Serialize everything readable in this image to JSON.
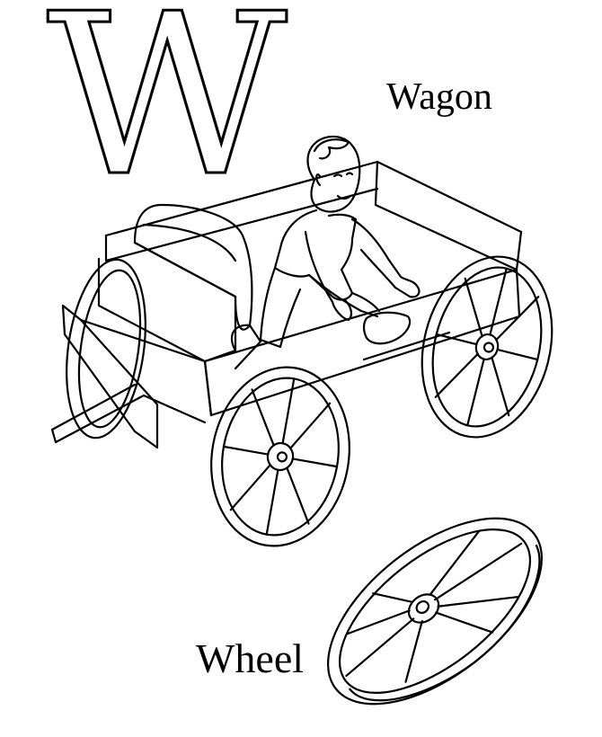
{
  "page": {
    "letter": "W",
    "labels": {
      "wagon": "Wagon",
      "wheel": "Wheel"
    }
  },
  "colors": {
    "ink": "#000000",
    "paper": "#ffffff"
  },
  "illustrations": [
    "wagon-drawing",
    "boy-drawing",
    "loose-wheel-drawing"
  ]
}
